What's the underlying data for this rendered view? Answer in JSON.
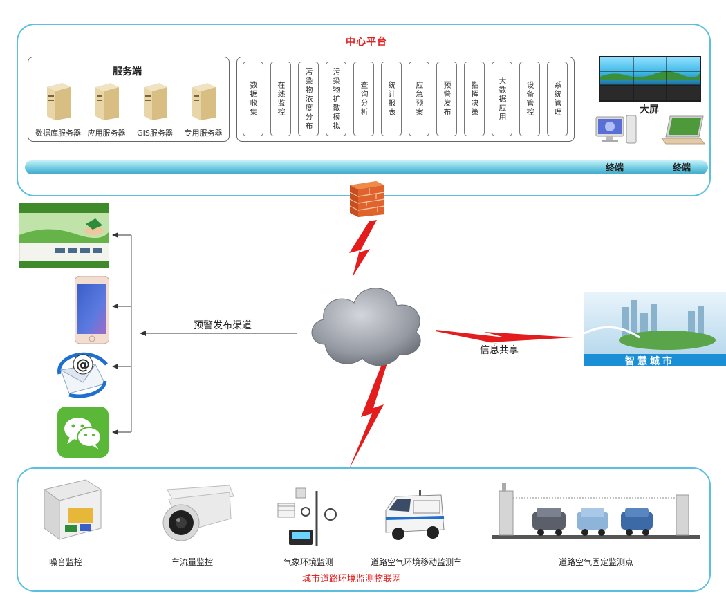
{
  "central": {
    "title": "中心平台",
    "server_group": {
      "title": "服务端",
      "servers": [
        "数据库服务器",
        "应用服务器",
        "GIS服务器",
        "专用服务器"
      ]
    },
    "modules": [
      "数据收集",
      "在线监控",
      "污染物浓度分布",
      "污染物扩散模拟",
      "查询分析",
      "统计报表",
      "应急预案",
      "预警发布",
      "指挥决策",
      "大数据应用",
      "设备管控",
      "系统管理"
    ],
    "big_screen_label": "大屏",
    "terminal_labels": [
      "终端",
      "终端"
    ]
  },
  "channels_label": "预警发布渠道",
  "share_label": "信息共享",
  "smart_city_label": "智慧城市",
  "iot": {
    "title": "城市道路环境监测物联网",
    "devices": [
      "噪音监控",
      "车流量监控",
      "气象环境监测",
      "道路空气环境移动监测车",
      "道路空气固定监测点"
    ]
  },
  "colors": {
    "panel_border": "#5bbfe0",
    "title_red": "#e32222",
    "pipe": "#6fcbe1",
    "smart_city_bar": "#1a8fd6"
  }
}
